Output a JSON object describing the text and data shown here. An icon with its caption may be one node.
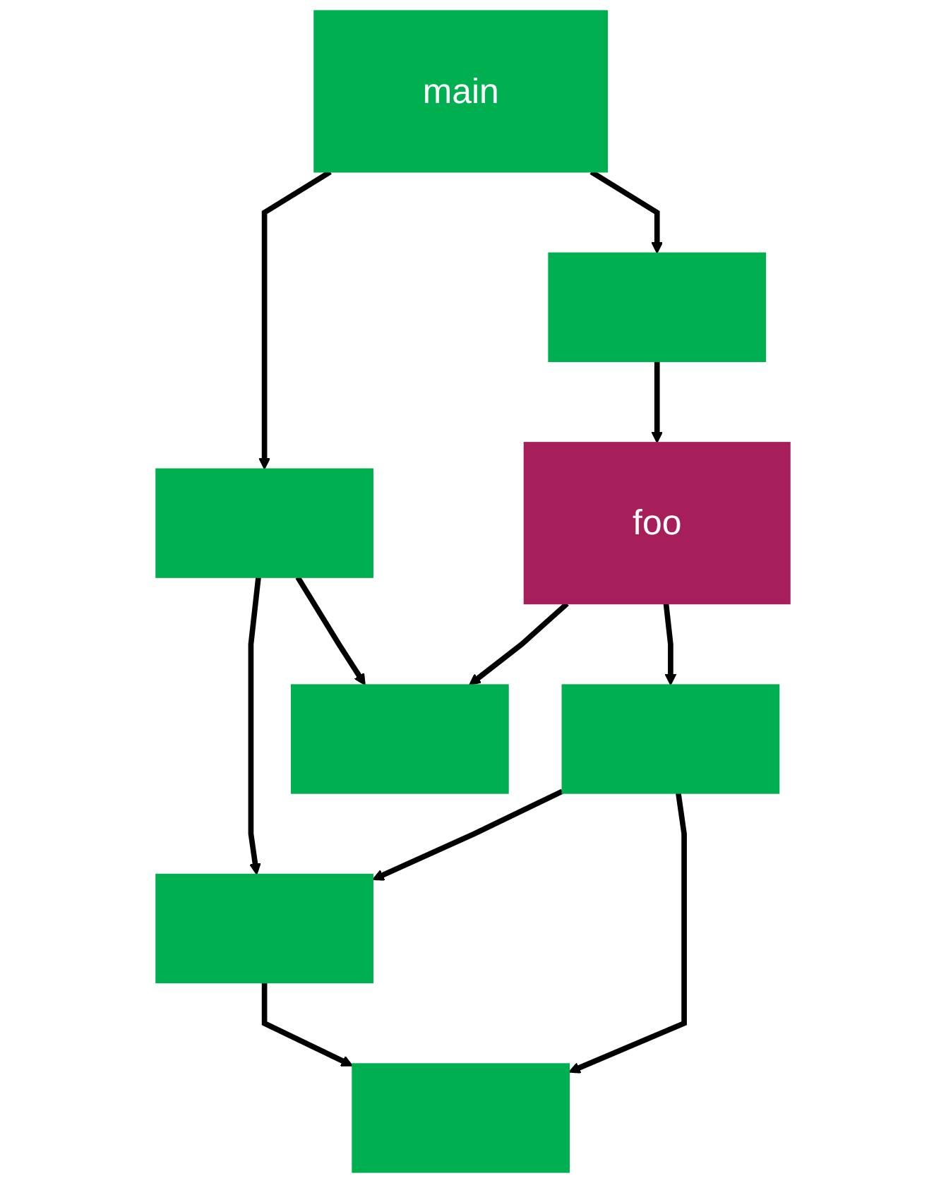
{
  "diagram": {
    "nodes": [
      {
        "text": [
          "main"
        ]
      },
      {
        "text": [],
        "shape": "box"
      },
      {
        "text": [],
        "shape": "box"
      },
      {
        "text": [
          "foo"
        ]
      },
      {
        "text": [],
        "shape": "box"
      },
      {
        "text": [],
        "shape": "box"
      },
      {
        "text": [],
        "shape": "box"
      },
      {
        "text": [],
        "shape": "box"
      }
    ],
    "edges": [
      {
        "from": 0,
        "to": 1,
        "arrow": "to"
      },
      {
        "from": 0,
        "to": 2,
        "arrow": "to"
      },
      {
        "from": 2,
        "to": 3,
        "arrow": "to"
      },
      {
        "from": 1,
        "to": 6,
        "arrow": "to"
      },
      {
        "from": 1,
        "to": 4,
        "arrow": "to"
      },
      {
        "from": 3,
        "to": 4,
        "arrow": "to"
      },
      {
        "from": 3,
        "to": 5,
        "arrow": "to"
      },
      {
        "from": 5,
        "to": 6,
        "arrow": "to"
      },
      {
        "from": 5,
        "to": 7,
        "arrow": "to"
      },
      {
        "from": 6,
        "to": 7,
        "arrow": "to"
      }
    ]
  }
}
